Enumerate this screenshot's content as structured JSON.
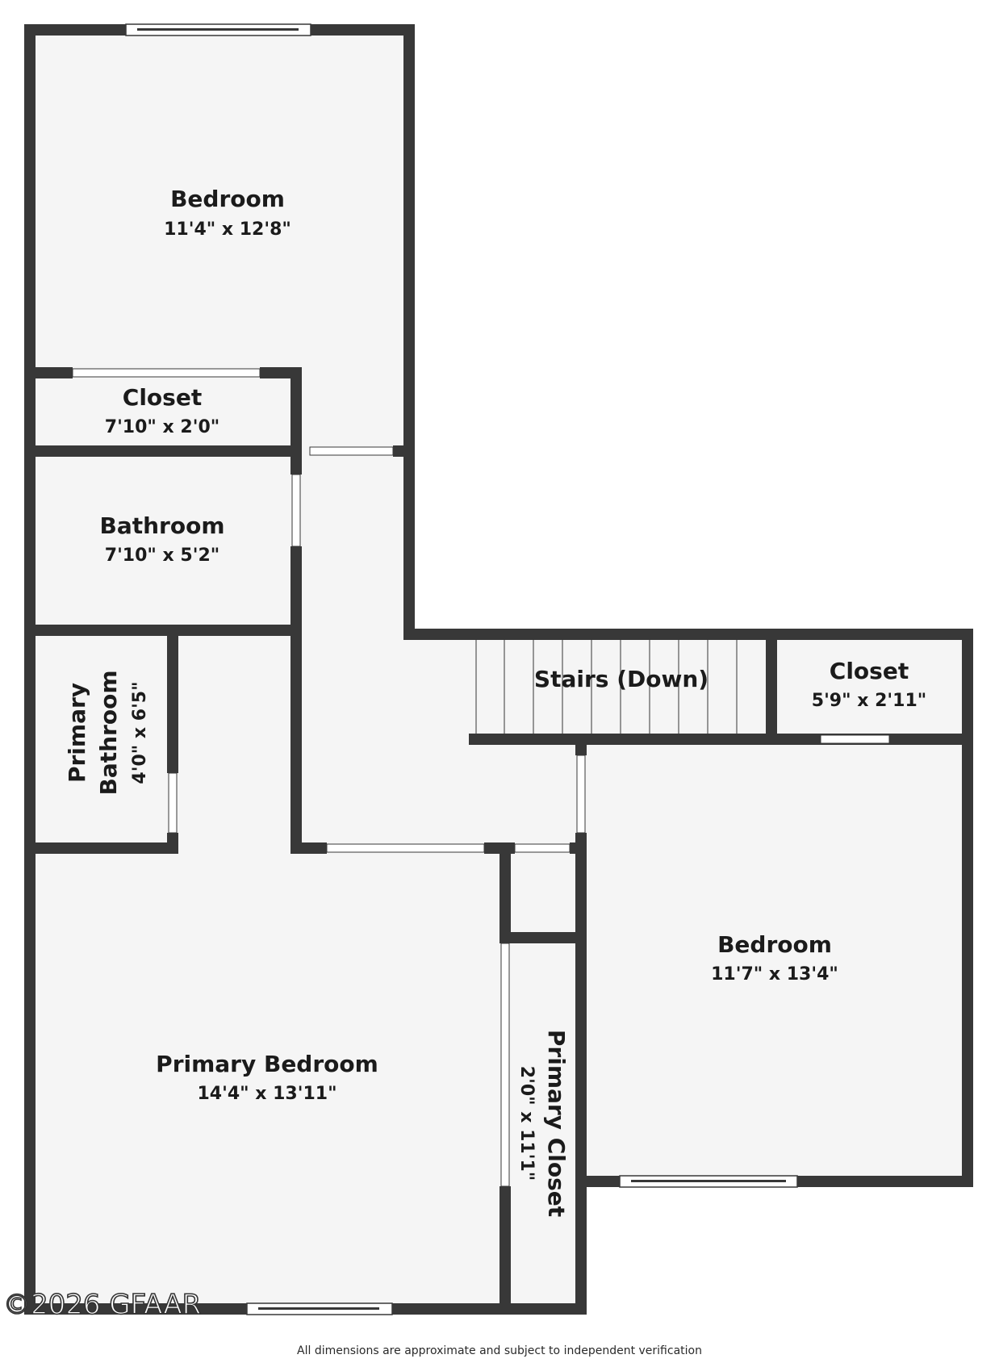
{
  "rooms": {
    "bedroom_top": {
      "name": "Bedroom",
      "dim": "11'4\" x 12'8\""
    },
    "closet_top": {
      "name": "Closet",
      "dim": "7'10\" x 2'0\""
    },
    "bathroom": {
      "name": "Bathroom",
      "dim": "7'10\" x 5'2\""
    },
    "primary_bathroom": {
      "name_line1": "Primary",
      "name_line2": "Bathroom",
      "dim": "4'0\" x 6'5\""
    },
    "stairs": {
      "name": "Stairs (Down)"
    },
    "closet_right": {
      "name": "Closet",
      "dim": "5'9\" x 2'11\""
    },
    "bedroom_right": {
      "name": "Bedroom",
      "dim": "11'7\" x 13'4\""
    },
    "primary_bedroom": {
      "name": "Primary Bedroom",
      "dim": "14'4\" x 13'11\""
    },
    "primary_closet": {
      "name": "Primary Closet",
      "dim": "2'0\" x 11'1\""
    }
  },
  "watermark": "©2026 GFAAR",
  "disclaimer": "All dimensions are approximate and subject to independent verification",
  "colors": {
    "wall": "#383838",
    "floor": "#f5f5f5",
    "background": "#ffffff"
  }
}
